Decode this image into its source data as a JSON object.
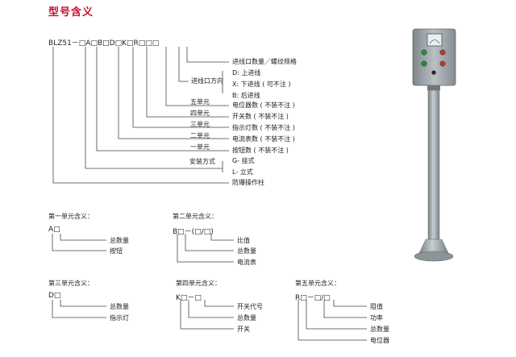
{
  "title": "型号含义",
  "model_code": "BLZ51－□A□B□D□K□R□□□",
  "main_labels": [
    {
      "text": "进线口数量／螺纹规格"
    },
    {
      "text": "D: 上进线"
    },
    {
      "text": "进线口方向"
    },
    {
      "text": "X: 下进线 ( 可不注 )"
    },
    {
      "text": "B: 后进线"
    },
    {
      "text": "五单元"
    },
    {
      "text": "电位器数 ( 不装不注 )"
    },
    {
      "text": "四单元"
    },
    {
      "text": "开关数 ( 不装不注 )"
    },
    {
      "text": "三单元"
    },
    {
      "text": "指示灯数 ( 不装不注 )"
    },
    {
      "text": "二单元"
    },
    {
      "text": "电流表数 ( 不装不注 )"
    },
    {
      "text": "一单元"
    },
    {
      "text": "按钮数 ( 不装不注 )"
    },
    {
      "text": "安装方式"
    },
    {
      "text": "G- 挂式"
    },
    {
      "text": "L- 立式"
    },
    {
      "text": "防爆操作柱"
    }
  ],
  "unit1": {
    "heading": "第一单元含义：",
    "code": "A□",
    "labels": [
      "总数量",
      "按钮"
    ]
  },
  "unit2": {
    "heading": "第二单元含义：",
    "code": "B□－(□/□)",
    "labels": [
      "比值",
      "总数量",
      "电流表"
    ]
  },
  "unit3": {
    "heading": "第三单元含义：",
    "code": "D□",
    "labels": [
      "总数量",
      "指示灯"
    ]
  },
  "unit4": {
    "heading": "第四单元含义：",
    "code": "K□－□",
    "labels": [
      "开关代号",
      "总数量",
      "开关"
    ]
  },
  "unit5": {
    "heading": "第五单元含义：",
    "code": "R□－□/□",
    "labels": [
      "阻值",
      "功率",
      "总数量",
      "电位器"
    ]
  },
  "colors": {
    "title": "#c8102e",
    "line": "#444444",
    "device_body": "#9aa3a8",
    "lamp_green": "#2e8b3a",
    "lamp_red": "#c0392b"
  }
}
